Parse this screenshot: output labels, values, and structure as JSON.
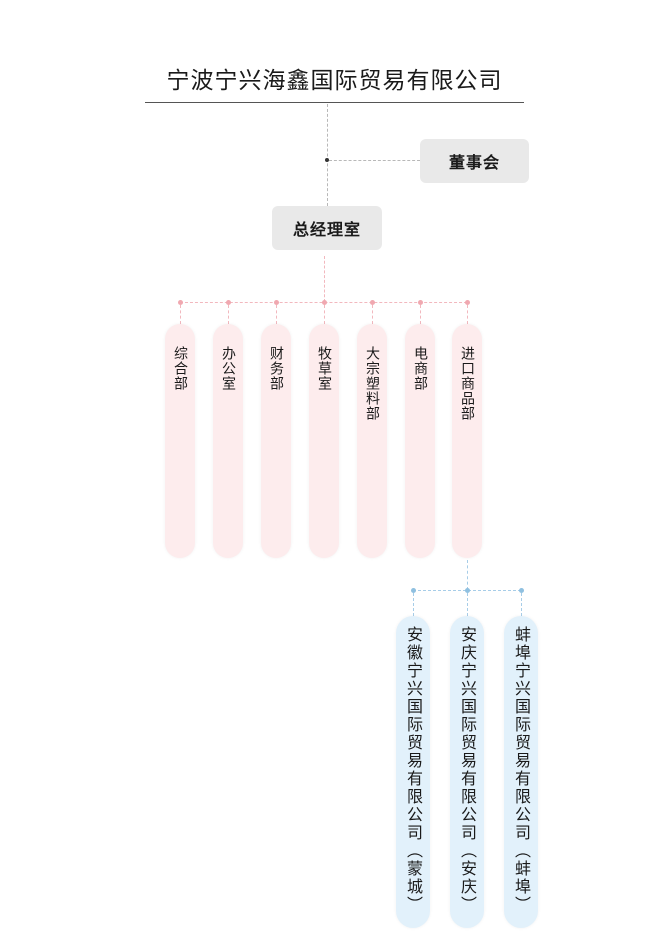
{
  "company": "宁波宁兴海鑫国际贸易有限公司",
  "board": "董事会",
  "gm_office": "总经理室",
  "departments": [
    "综合部",
    "办公室",
    "财务部",
    "牧草室",
    "大宗塑料部",
    "电商部",
    "进口商品部"
  ],
  "subsidiaries": [
    "安徽宁兴国际贸易有限公司（蒙城）",
    "安庆宁兴国际贸易有限公司（安庆）",
    "蚌埠宁兴国际贸易有限公司（蚌埠）"
  ],
  "colors": {
    "department_fill": "#fdeced",
    "subsidiary_fill": "#e2f1fb",
    "header_box_fill": "#e9e9e9"
  }
}
